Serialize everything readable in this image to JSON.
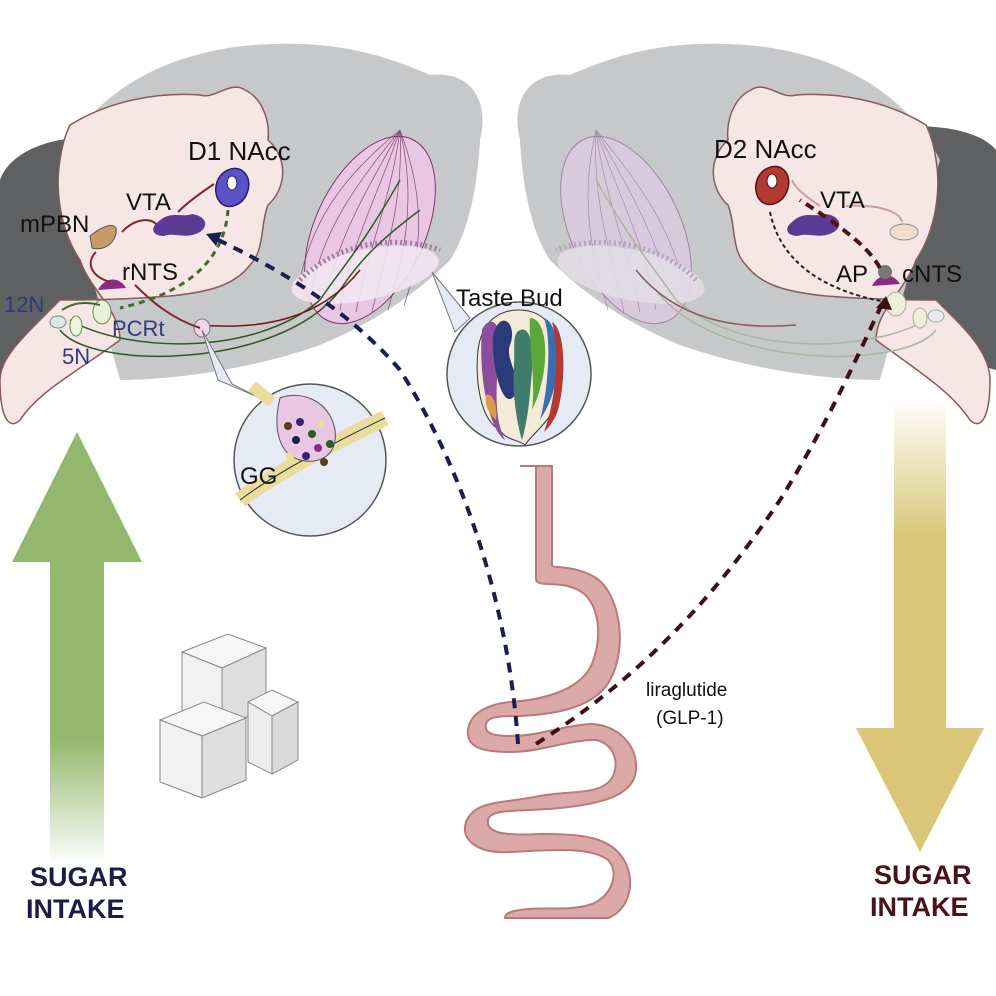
{
  "figure": {
    "type": "graphical-abstract",
    "colors": {
      "brain_outer": "#c7c8ca",
      "brain_inner": "#f7e6e6",
      "cerebellum": "#5f6062",
      "brain_outline": "#8a5a5a",
      "tongue": "#e9c6e4",
      "gut_fill": "#dca9a9",
      "gut_stroke": "#b87a7a",
      "increase_arrow": "#93b86e",
      "decrease_arrow": "#d9c676",
      "left_intake_text": "#1c1c48",
      "right_intake_text": "#4a1216",
      "pathway_dark_blue": "#1a1e4f",
      "pathway_dark_red": "#3d1015",
      "pathway_green": "#3f6b2a",
      "pathway_red": "#7a2a2e",
      "d1_nacc": "#5a53c6",
      "d2_nacc": "#b23a32",
      "vta": "#5d3b94",
      "nts": "#8a2a84"
    }
  },
  "left_panel": {
    "labels": {
      "d1_nacc": "D1 NAcc",
      "vta": "VTA",
      "mpbn": "mPBN",
      "rnts": "rNTS",
      "n12": "12N",
      "pcrt": "PCRt",
      "n5": "5N",
      "gg": "GG"
    },
    "intake": {
      "line1": "SUGAR",
      "line2": "INTAKE",
      "direction": "increase"
    }
  },
  "center": {
    "taste_bud_label": "Taste Bud",
    "drug_label_line1": "liraglutide",
    "drug_label_line2": "(GLP-1)"
  },
  "right_panel": {
    "labels": {
      "d2_nacc": "D2 NAcc",
      "vta": "VTA",
      "ap": "AP",
      "cnts": "cNTS"
    },
    "intake": {
      "line1": "SUGAR",
      "line2": "INTAKE",
      "direction": "decrease"
    }
  }
}
